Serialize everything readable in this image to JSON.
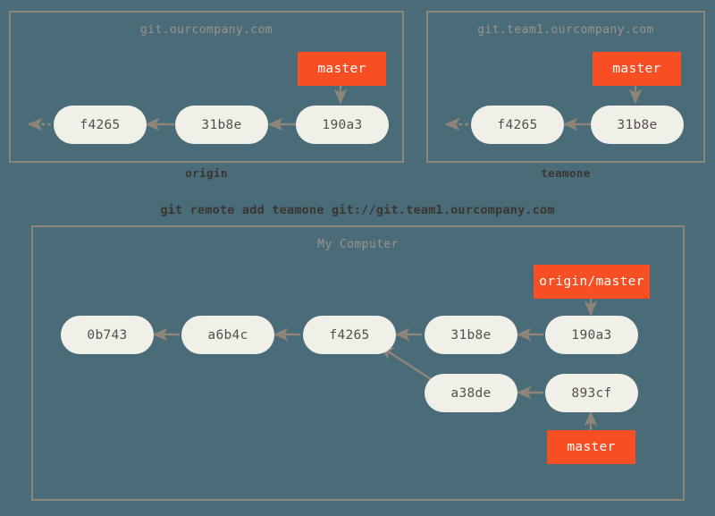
{
  "diagram": {
    "title_hidden": "Git remote add teamone",
    "background_color": "#4a6c78",
    "node_color": "#f0efe8",
    "ref_color": "#f74e24",
    "border_color": "#8c857a",
    "arrow_color": "#8d8579"
  },
  "panels": {
    "origin": {
      "server_title": "git.ourcompany.com",
      "caption": "origin",
      "commits": [
        {
          "id": "f4265"
        },
        {
          "id": "31b8e"
        },
        {
          "id": "190a3"
        }
      ],
      "refs": [
        {
          "label": "master",
          "points_to": "190a3"
        }
      ],
      "has_truncation_arrow": true
    },
    "teamone": {
      "server_title": "git.team1.ourcompany.com",
      "caption": "teamone",
      "commits": [
        {
          "id": "f4265"
        },
        {
          "id": "31b8e"
        }
      ],
      "refs": [
        {
          "label": "master",
          "points_to": "31b8e"
        }
      ],
      "has_truncation_arrow": true
    },
    "computer": {
      "server_title": "My Computer",
      "caption": "",
      "commits_main": [
        {
          "id": "0b743"
        },
        {
          "id": "a6b4c"
        },
        {
          "id": "f4265"
        },
        {
          "id": "31b8e"
        },
        {
          "id": "190a3"
        }
      ],
      "commits_branch": [
        {
          "id": "a38de"
        },
        {
          "id": "893cf"
        }
      ],
      "refs": [
        {
          "label": "origin/master",
          "points_to": "190a3"
        },
        {
          "label": "master",
          "points_to": "893cf"
        }
      ],
      "has_truncation_arrow": false
    }
  },
  "command": {
    "text": "git remote add teamone git://git.team1.ourcompany.com"
  },
  "chart_data": {
    "type": "diagram",
    "title": "git remote add teamone git://git.team1.ourcompany.com",
    "nodes": [
      {
        "group": "origin",
        "id": "f4265"
      },
      {
        "group": "origin",
        "id": "31b8e"
      },
      {
        "group": "origin",
        "id": "190a3"
      },
      {
        "group": "origin",
        "id": "master",
        "kind": "ref"
      },
      {
        "group": "teamone",
        "id": "f4265"
      },
      {
        "group": "teamone",
        "id": "31b8e"
      },
      {
        "group": "teamone",
        "id": "master",
        "kind": "ref"
      },
      {
        "group": "computer",
        "id": "0b743"
      },
      {
        "group": "computer",
        "id": "a6b4c"
      },
      {
        "group": "computer",
        "id": "f4265"
      },
      {
        "group": "computer",
        "id": "31b8e"
      },
      {
        "group": "computer",
        "id": "190a3"
      },
      {
        "group": "computer",
        "id": "a38de"
      },
      {
        "group": "computer",
        "id": "893cf"
      },
      {
        "group": "computer",
        "id": "origin/master",
        "kind": "ref"
      },
      {
        "group": "computer",
        "id": "master",
        "kind": "ref"
      }
    ],
    "edges": [
      {
        "group": "origin",
        "from": "31b8e",
        "to": "f4265"
      },
      {
        "group": "origin",
        "from": "190a3",
        "to": "31b8e"
      },
      {
        "group": "origin",
        "from": "master",
        "to": "190a3"
      },
      {
        "group": "teamone",
        "from": "31b8e",
        "to": "f4265"
      },
      {
        "group": "teamone",
        "from": "master",
        "to": "31b8e"
      },
      {
        "group": "computer",
        "from": "a6b4c",
        "to": "0b743"
      },
      {
        "group": "computer",
        "from": "f4265",
        "to": "a6b4c"
      },
      {
        "group": "computer",
        "from": "31b8e",
        "to": "f4265"
      },
      {
        "group": "computer",
        "from": "190a3",
        "to": "31b8e"
      },
      {
        "group": "computer",
        "from": "a38de",
        "to": "f4265"
      },
      {
        "group": "computer",
        "from": "893cf",
        "to": "a38de"
      },
      {
        "group": "computer",
        "from": "origin/master",
        "to": "190a3"
      },
      {
        "group": "computer",
        "from": "master",
        "to": "893cf"
      }
    ]
  }
}
